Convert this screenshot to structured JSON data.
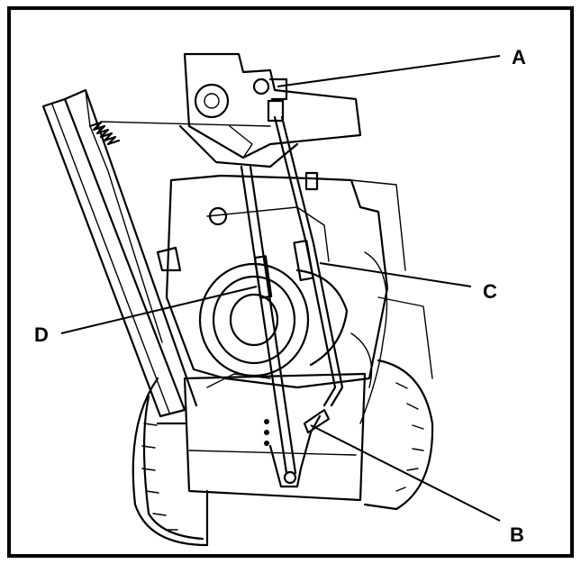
{
  "figure": {
    "callouts": {
      "a": "A",
      "b": "B",
      "c": "C",
      "d": "D"
    }
  }
}
